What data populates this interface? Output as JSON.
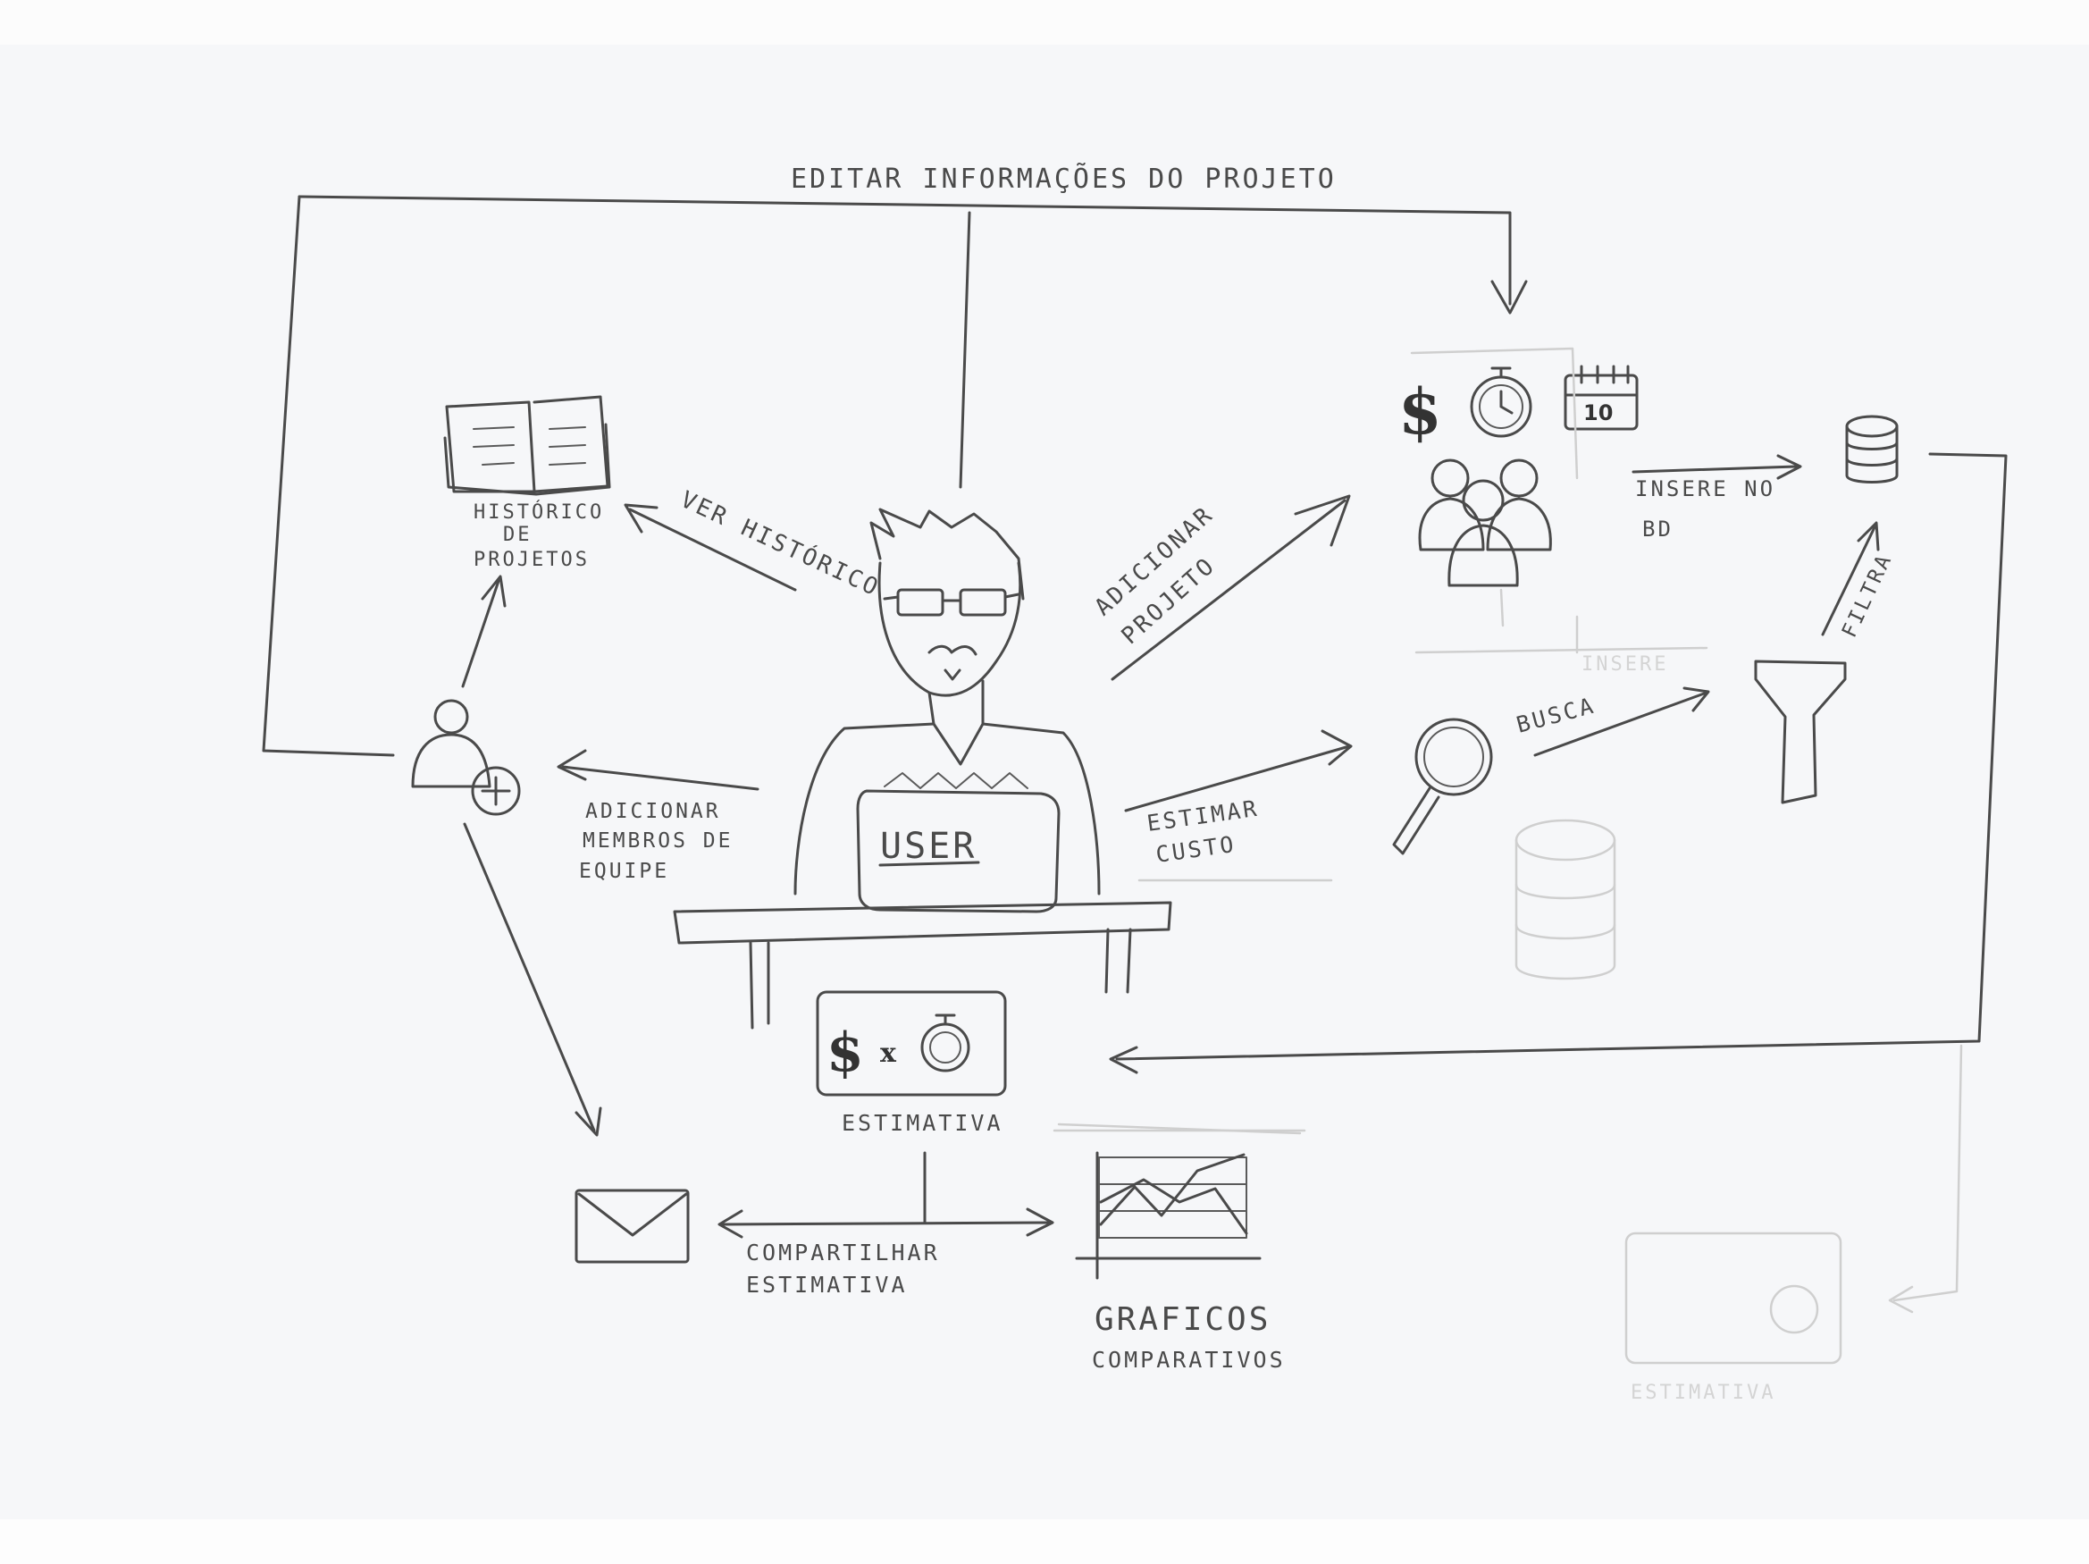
{
  "labels": {
    "editar_info": "EDITAR INFORMAÇÕES DO PROJETO",
    "historico_line1": "HISTÓRICO",
    "historico_line2": "DE",
    "historico_line3": "PROJETOS",
    "ver_historico": "VER HISTÓRICO",
    "adicionar_projeto_line1": "ADICIONAR",
    "adicionar_projeto_line2": "PROJETO",
    "adicionar_membros_line1": "ADICIONAR",
    "adicionar_membros_line2": "MEMBROS DE",
    "adicionar_membros_line3": "EQUIPE",
    "user": "USER",
    "estimar_custo_line1": "ESTIMAR",
    "estimar_custo_line2": "CUSTO",
    "busca": "BUSCA",
    "filtra": "FILTRA",
    "insere_no_bd_line1": "INSERE NO",
    "insere_no_bd_line2": "BD",
    "estimativa": "ESTIMATIVA",
    "compartilhar_line1": "COMPARTILHAR",
    "compartilhar_line2": "ESTIMATIVA",
    "graficos_line1": "GRAFICOS",
    "graficos_line2": "COMPARATIVOS",
    "faint_insere": "INSERE",
    "faint_estimativa": "ESTIMATIVA"
  },
  "glyphs": {
    "dollar": "$",
    "times": "x",
    "calendar_day": "10",
    "plus": "+"
  },
  "icons": [
    "book-icon",
    "user-add-icon",
    "person-with-laptop",
    "dollar-icon",
    "stopwatch-icon",
    "calendar-icon",
    "team-icon",
    "database-icon",
    "magnifier-icon",
    "funnel-icon",
    "envelope-icon",
    "line-chart-icon"
  ],
  "colors": {
    "ink": "#4a4a4a",
    "paper": "#f6f7f9",
    "faint": "#cfcfcf"
  }
}
